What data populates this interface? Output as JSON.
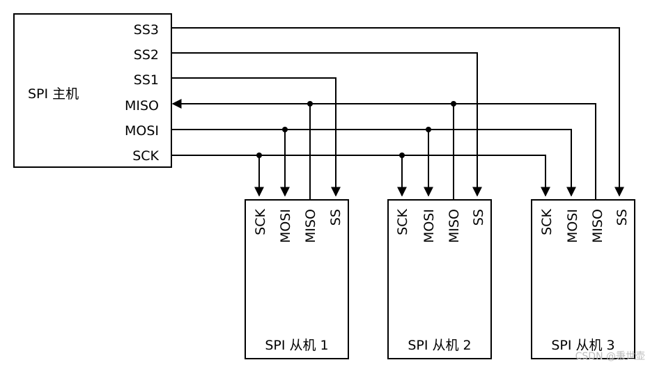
{
  "master": {
    "title": "SPI 主机",
    "pins": {
      "ss3": "SS3",
      "ss2": "SS2",
      "ss1": "SS1",
      "miso": "MISO",
      "mosi": "MOSI",
      "sck": "SCK"
    }
  },
  "slaves": [
    {
      "title": "SPI 从机 1",
      "pins": [
        "SCK",
        "MOSI",
        "MISO",
        "SS"
      ]
    },
    {
      "title": "SPI 从机 2",
      "pins": [
        "SCK",
        "MOSI",
        "MISO",
        "SS"
      ]
    },
    {
      "title": "SPI 从机 3",
      "pins": [
        "SCK",
        "MOSI",
        "MISO",
        "SS"
      ]
    }
  ],
  "watermark": "CSDN @秉世壶"
}
